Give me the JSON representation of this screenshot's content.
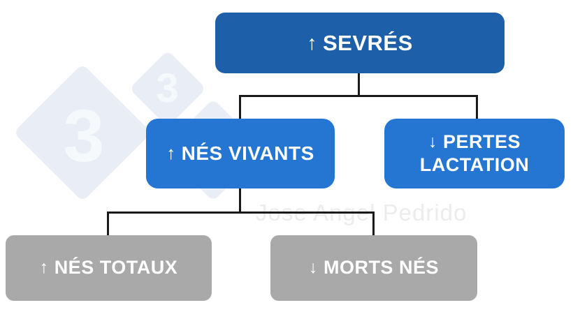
{
  "diagram": {
    "type": "flowchart",
    "nodes": {
      "sevres": {
        "arrow": "↑",
        "label": "SEVRÉS"
      },
      "nes_vivants": {
        "arrow": "↑",
        "label": "NÉS VIVANTS"
      },
      "pertes_lactation": {
        "arrow": "↓",
        "label": "PERTES LACTATION"
      },
      "nes_totaux": {
        "arrow": "↑",
        "label": "NÉS TOTAUX"
      },
      "morts_nes": {
        "arrow": "↓",
        "label": "MORTS NÉS"
      }
    },
    "edges": [
      [
        "sevres",
        "nes_vivants"
      ],
      [
        "sevres",
        "pertes_lactation"
      ],
      [
        "nes_vivants",
        "nes_totaux"
      ],
      [
        "nes_vivants",
        "morts_nes"
      ]
    ],
    "colors": {
      "root_box": "#1d5fa9",
      "mid_box": "#2575d3",
      "leaf_box": "#a9a9a9",
      "connector": "#1a1a1a",
      "watermark_diamond": "#e9eef6",
      "watermark_numeral": "#f6f9fc",
      "watermark_text": "#ececec"
    },
    "watermark": {
      "numeral": "3",
      "author": "Jose Angel Pedrido"
    }
  }
}
